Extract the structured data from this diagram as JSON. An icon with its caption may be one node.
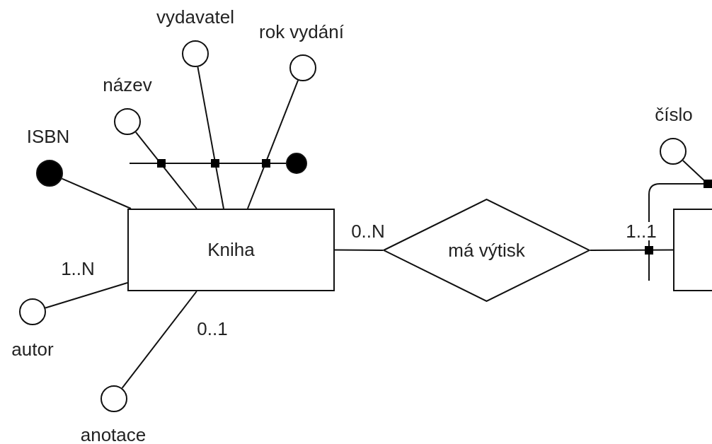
{
  "diagram": {
    "nodes": [
      {
        "text": [
          "Kniha"
        ]
      },
      {
        "text": [
          "má výtisk"
        ]
      },
      {
        "text": [],
        "shape": "box"
      },
      {
        "text": [
          "ISBN"
        ]
      },
      {
        "text": [
          "název"
        ]
      },
      {
        "text": [
          "vydavatel"
        ]
      },
      {
        "text": [
          "rok vydání"
        ]
      },
      {
        "text": [],
        "shape": "circle"
      },
      {
        "text": [
          "autor"
        ]
      },
      {
        "text": [
          "anotace"
        ]
      },
      {
        "text": [
          "číslo"
        ]
      }
    ],
    "edges": [
      {
        "from": 3,
        "to": 0,
        "arrow": "none"
      },
      {
        "from": 4,
        "to": 0,
        "arrow": "none"
      },
      {
        "from": 5,
        "to": 0,
        "arrow": "none"
      },
      {
        "from": 6,
        "to": 0,
        "arrow": "none"
      },
      {
        "from": null,
        "to": 7,
        "arrow": "none"
      },
      {
        "from": 0,
        "to": 1,
        "label": "0..N",
        "arrow": "none"
      },
      {
        "from": 1,
        "to": 2,
        "label": "1..1",
        "arrow": "none"
      },
      {
        "from": 0,
        "to": 8,
        "label": "1..N",
        "arrow": "none"
      },
      {
        "from": 0,
        "to": 9,
        "label": "0..1",
        "arrow": "none"
      },
      {
        "from": 10,
        "to": 2,
        "arrow": "none"
      }
    ]
  }
}
